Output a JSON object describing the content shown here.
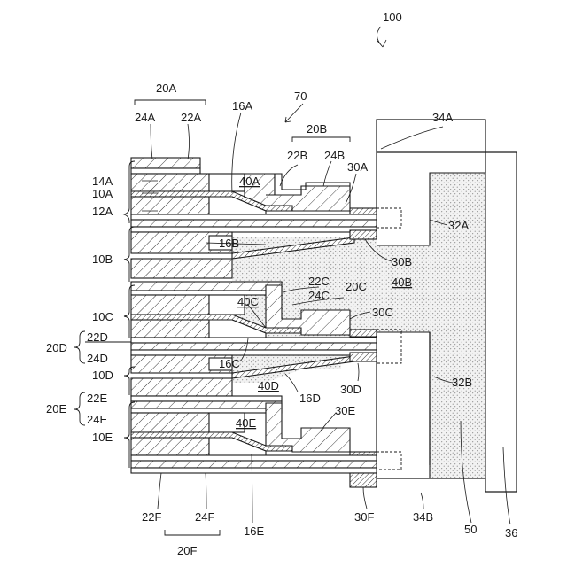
{
  "figure": {
    "number": "100",
    "ref70": "70"
  },
  "labels": {
    "l20A": "20A",
    "l24A": "24A",
    "l22A": "22A",
    "l16A": "16A",
    "l20B": "20B",
    "l22B": "22B",
    "l24B": "24B",
    "l30A": "30A",
    "l34A": "34A",
    "l14A": "14A",
    "l10A": "10A",
    "l12A": "12A",
    "l40A": "40A",
    "l32A": "32A",
    "l10B": "10B",
    "l16B": "16B",
    "l30B": "30B",
    "l22C": "22C",
    "l20C": "20C",
    "l24C": "24C",
    "l40B": "40B",
    "l10C": "10C",
    "l40C": "40C",
    "l30C": "30C",
    "l20D": "20D",
    "l22D": "22D",
    "l24D": "24D",
    "l10D": "10D",
    "l16C": "16C",
    "l40D": "40D",
    "l16D": "16D",
    "l30D": "30D",
    "l32B": "32B",
    "l20E": "20E",
    "l22E": "22E",
    "l24E": "24E",
    "l10E": "10E",
    "l40E": "40E",
    "l30E": "30E",
    "l22F": "22F",
    "l24F": "24F",
    "l16E": "16E",
    "l30F": "30F",
    "l34B": "34B",
    "l50": "50",
    "l36": "36",
    "l20F": "20F"
  }
}
